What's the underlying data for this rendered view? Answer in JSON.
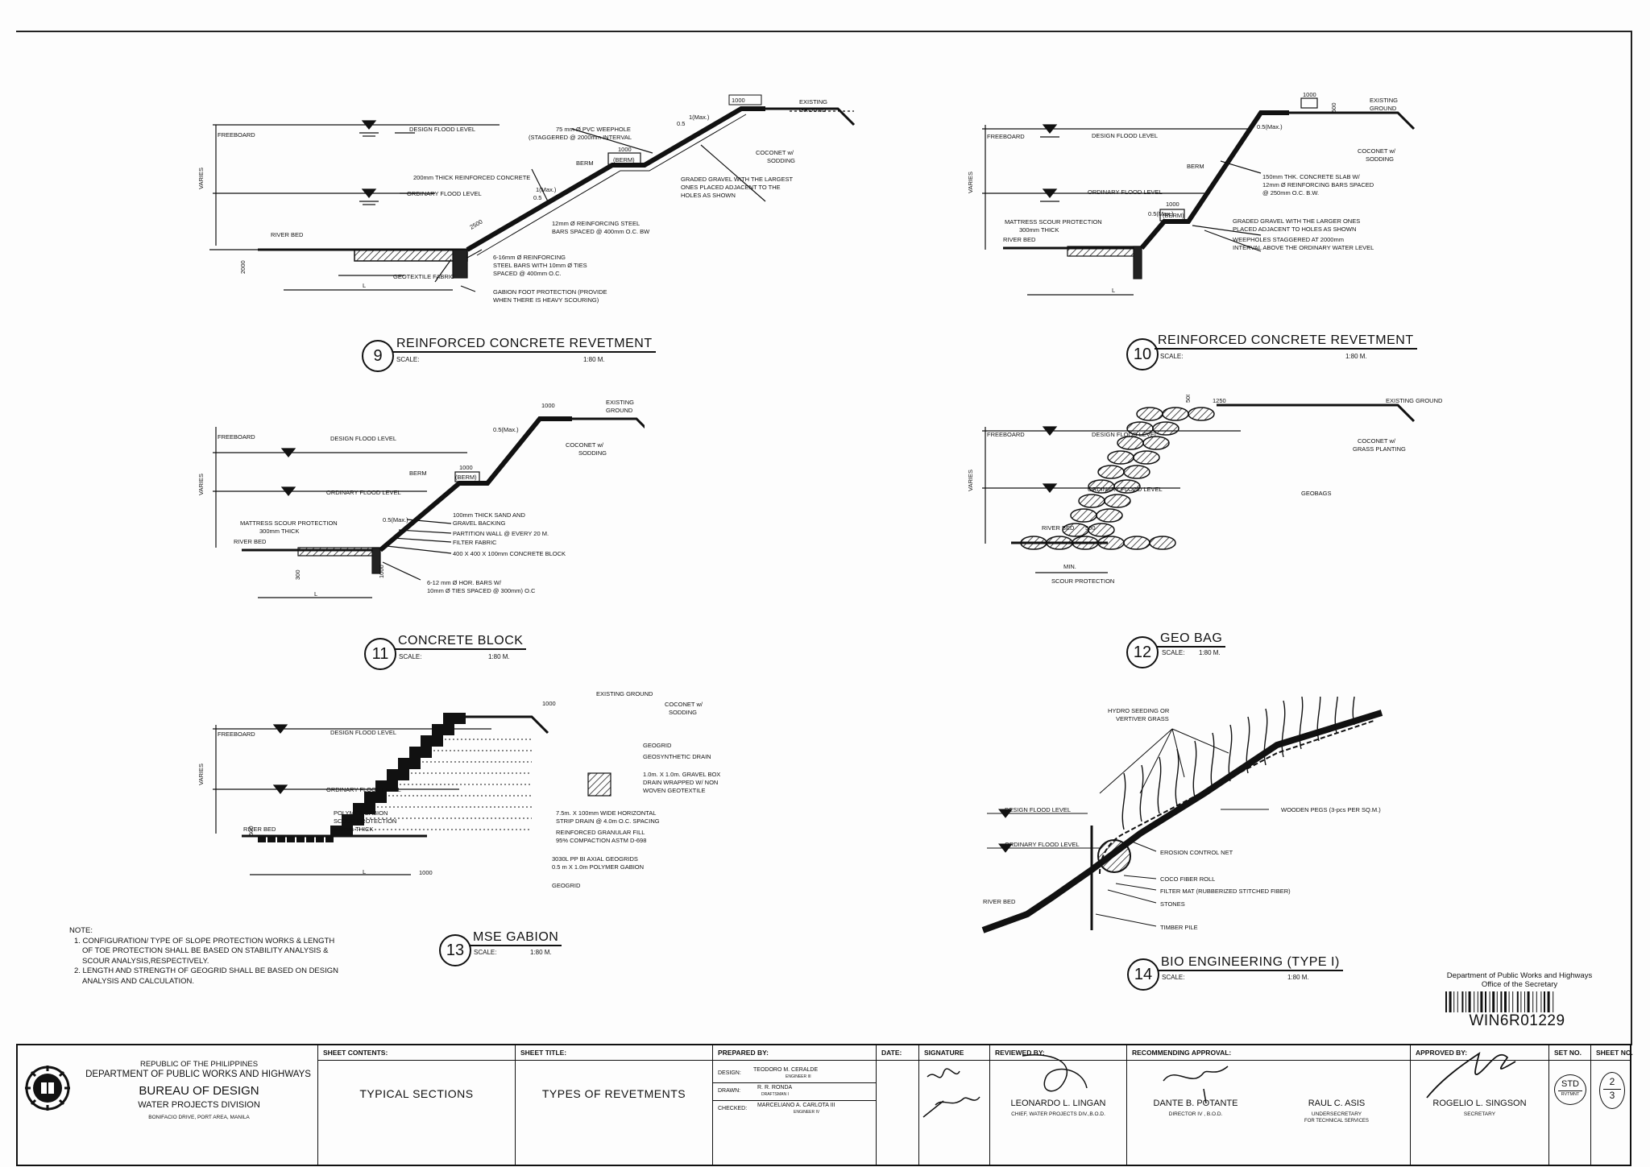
{
  "details": [
    {
      "number": "9",
      "name": "REINFORCED CONCRETE REVETMENT",
      "scale_label": "SCALE:",
      "scale_value": "1:80 M."
    },
    {
      "number": "10",
      "name": "REINFORCED CONCRETE REVETMENT",
      "scale_label": "SCALE:",
      "scale_value": "1:80 M."
    },
    {
      "number": "11",
      "name": "CONCRETE BLOCK",
      "scale_label": "SCALE:",
      "scale_value": "1:80 M."
    },
    {
      "number": "12",
      "name": "GEO BAG",
      "scale_label": "SCALE:",
      "scale_value": "1:80 M."
    },
    {
      "number": "13",
      "name": "MSE GABION",
      "scale_label": "SCALE:",
      "scale_value": "1:80 M."
    },
    {
      "number": "14",
      "name": "BIO ENGINEERING (TYPE I)",
      "scale_label": "SCALE:",
      "scale_value": "1:80 M."
    }
  ],
  "labels": {
    "d9": {
      "freeboard": "FREEBOARD",
      "dfl": "DESIGN FLOOD LEVEL",
      "ofl": "ORDINARY FLOOD LEVEL",
      "varies": "VARIES",
      "river_bed": "RIVER BED",
      "weephole": "75 mm Ø PVC WEEPHOLE",
      "weephole2": "(STAGGERED @ 2000mm INTERVAL",
      "concrete": "200mm THICK REINFORCED CONCRETE",
      "berm": "BERM",
      "berm_box": "(BERM)",
      "dim1000": "1000",
      "ratio_max": "1(Max.)",
      "ratio_05": "0.5",
      "gravel1": "GRADED GRAVEL WITH THE LARGEST",
      "gravel2": "ONES PLACED ADJACENT TO THE",
      "gravel3": "HOLES AS SHOWN",
      "steel1": "12mm Ø REINFORCING STEEL",
      "steel2": "BARS SPACED @ 400mm O.C. BW",
      "bars1": "6-16mm Ø REINFORCING",
      "bars2": "STEEL BARS WITH 10mm Ø TIES",
      "bars3": "SPACED @ 400mm O.C.",
      "geotextile": "GEOTEXTILE FABRIC",
      "gabion1": "GABION FOOT PROTECTION  (PROVIDE",
      "gabion2": "WHEN THERE IS HEAVY SCOURING)",
      "existing": "EXISTING",
      "ground": "GROUND",
      "coconet": "COCONET w/",
      "sodding": "SODDING",
      "dim2000": "2000",
      "dim2500": "2500",
      "dim_l": "L"
    },
    "d10": {
      "freeboard": "FREEBOARD",
      "dfl": "DESIGN FLOOD LEVEL",
      "ofl": "ORDINARY FLOOD LEVEL",
      "varies": "VARIES",
      "river_bed": "RIVER BED",
      "berm": "BERM",
      "berm_box": "(BERM)",
      "dim1000": "1000",
      "dim500": "500",
      "ratio": "0.5(Max.)",
      "mattress1": "MATTRESS  SCOUR PROTECTION",
      "mattress2": "300mm THICK",
      "slab1": "150mm THK. CONCRETE SLAB W/",
      "slab2": "12mm Ø REINFORCING BARS SPACED",
      "slab3": "@ 250mm O.C. B.W.",
      "gravel1": "GRADED GRAVEL WITH THE LARGER ONES",
      "gravel2": "PLACED ADJACENT TO HOLES AS SHOWN",
      "weep1": "WEEPHOLES STAGGERED AT 2000mm",
      "weep2": "INTERVAL ABOVE THE ORDINARY WATER LEVEL",
      "existing": "EXISTING",
      "ground": "GROUND",
      "coconet": "COCONET w/",
      "sodding": "SODDING",
      "dim_l": "L"
    },
    "d11": {
      "freeboard": "FREEBOARD",
      "dfl": "DESIGN FLOOD LEVEL",
      "ofl": "ORDINARY FLOOD LEVEL",
      "varies": "VARIES",
      "river_bed": "RIVER BED",
      "berm": "BERM",
      "berm_box": "(BERM)",
      "dim1000": "1000",
      "dim300": "300",
      "ratio": "0.5(Max.)",
      "mattress1": "MATTRESS  SCOUR PROTECTION",
      "mattress2": "300mm THICK",
      "sand1": "100mm THICK SAND AND",
      "sand2": "GRAVEL BACKING",
      "partition": "PARTITION WALL @ EVERY 20 M.",
      "filter": "FILTER FABRIC",
      "block": "400 X 400 X 100mm CONCRETE BLOCK",
      "hbars1": "6-12 mm Ø HOR. BARS W/",
      "hbars2": "10mm Ø TIES SPACED @ 300mm) O.C",
      "existing": "EXISTING",
      "ground": "GROUND",
      "coconet": "COCONET w/",
      "sodding": "SODDING",
      "dim_l": "L"
    },
    "d12": {
      "freeboard": "FREEBOARD",
      "dfl": "DESIGN FLOOD LEVEL",
      "ofl": "ORDINARY FLOOD LEVEL",
      "varies": "VARIES",
      "river_bed": "RIVER BED",
      "existing": "EXISTING GROUND",
      "coconet1": "COCONET w/",
      "coconet2": "GRASS PLANTING",
      "geobags": "GEOBAGS",
      "dim500": "500",
      "dim1250": "1250",
      "min": "MIN.",
      "scour": "SCOUR PROTECTION"
    },
    "d13": {
      "freeboard": "FREEBOARD",
      "dfl": "DESIGN FLOOD LEVEL",
      "ofl": "ORDINARY FLOOD LEVEL",
      "varies": "VARIES",
      "river_bed": "RIVER BED",
      "existing": "EXISTING GROUND",
      "coconet1": "COCONET w/",
      "coconet2": "SODDING",
      "geogrid": "GEOGRID",
      "geodrain": "GEOSYNTHETIC DRAIN",
      "gravel1": "1.0m. X 1.0m. GRAVEL BOX",
      "gravel2": "DRAIN WRAPPED W/ NON",
      "gravel3": "WOVEN GEOTEXTILE",
      "strip1": "7.5m. X 100mm WIDE HORIZONTAL",
      "strip2": "STRIP DRAIN @ 4.0m O.C. SPACING",
      "fill1": "REINFORCED GRANULAR FILL",
      "fill2": "95% COMPACTION ASTM D-698",
      "polymer1": "POLYMER GABION",
      "polymer2": "SCOUR PROTECTION",
      "polymer3": "500mm THICK",
      "biaxial1": "3030L PP BI AXIAL GEOGRIDS",
      "biaxial2": "0.5 m X 1.0m POLYMER GABION",
      "geogrid2": "GEOGRID",
      "dim1000": "1000",
      "dim500": "500",
      "dim_l": "L"
    },
    "d14": {
      "hydro1": "HYDRO SEEDING OR",
      "hydro2": "VERTIVER GRASS",
      "dfl": "DESIGN FLOOD LEVEL",
      "ofl": "ORDINARY FLOOD LEVEL",
      "river_bed": "RIVER BED",
      "pegs": "WOODEN PEGS (3-pcs PER SQ.M.)",
      "net": "EROSION CONTROL NET",
      "coco": "COCO FIBER ROLL",
      "filter": "FILTER MAT (RUBBERIZED STITCHED FIBER)",
      "stones": "STONES",
      "timber": "TIMBER PILE"
    }
  },
  "notes": {
    "heading": "NOTE:",
    "items": [
      "1. CONFIGURATION/ TYPE OF SLOPE PROTECTION WORKS & LENGTH OF TOE  PROTECTION SHALL BE BASED ON STABILITY ANALYSIS & SCOUR ANALYSIS,RESPECTIVELY.",
      "2. LENGTH AND STRENGTH OF GEOGRID SHALL BE BASED ON DESIGN ANALYSIS AND CALCULATION."
    ]
  },
  "stamp": {
    "line1": "Department of Public Works and Highways",
    "line2": "Office of the Secretary",
    "code": "WIN6R01229"
  },
  "title_block": {
    "agency": {
      "line1": "REPUBLIC OF THE PHILIPPINES",
      "line2": "DEPARTMENT OF PUBLIC WORKS AND HIGHWAYS",
      "line3": "BUREAU OF DESIGN",
      "line4": "WATER PROJECTS DIVISION",
      "line5": "BONIFACIO DRIVE, PORT AREA, MANILA"
    },
    "sheet_contents_label": "SHEET CONTENTS:",
    "sheet_contents": "TYPICAL SECTIONS",
    "sheet_title_label": "SHEET TITLE:",
    "sheet_title": "TYPES OF REVETMENTS",
    "prepared_by_label": "PREPARED BY:",
    "rows": [
      {
        "role": "DESIGN:",
        "name": "TEODORO M. CERALDE",
        "sub": "ENGINEER III"
      },
      {
        "role": "DRAWN:",
        "name": "R. R. RONDA",
        "sub": "DRAFTSMAN I"
      },
      {
        "role": "CHECKED:",
        "name": "MARCELIANO A. CARLOTA III",
        "sub": "ENGINEER IV"
      }
    ],
    "date_label": "DATE:",
    "signature_label": "SIGNATURE",
    "reviewed_label": "REVIEWED BY:",
    "reviewed_name": "LEONARDO L. LINGAN",
    "reviewed_title": "CHIEF, WATER PROJECTS DIV.,B.O.D.",
    "recommending_label": "RECOMMENDING APPROVAL:",
    "rec1_name": "DANTE B. POTANTE",
    "rec1_title": "DIRECTOR IV , B.O.D.",
    "rec2_name": "RAUL C. ASIS",
    "rec2_title1": "UNDERSECRETARY",
    "rec2_title2": "FOR TECHNICAL SERVICES",
    "approved_label": "APPROVED BY:",
    "approved_name": "ROGELIO L. SINGSON",
    "approved_title": "SECRETARY",
    "set_label": "SET NO.",
    "set_value": "STD",
    "set_sub": "RVTMNT",
    "sheet_no_label": "SHEET NO.",
    "sheet_no": "2",
    "sheet_total": "3"
  }
}
